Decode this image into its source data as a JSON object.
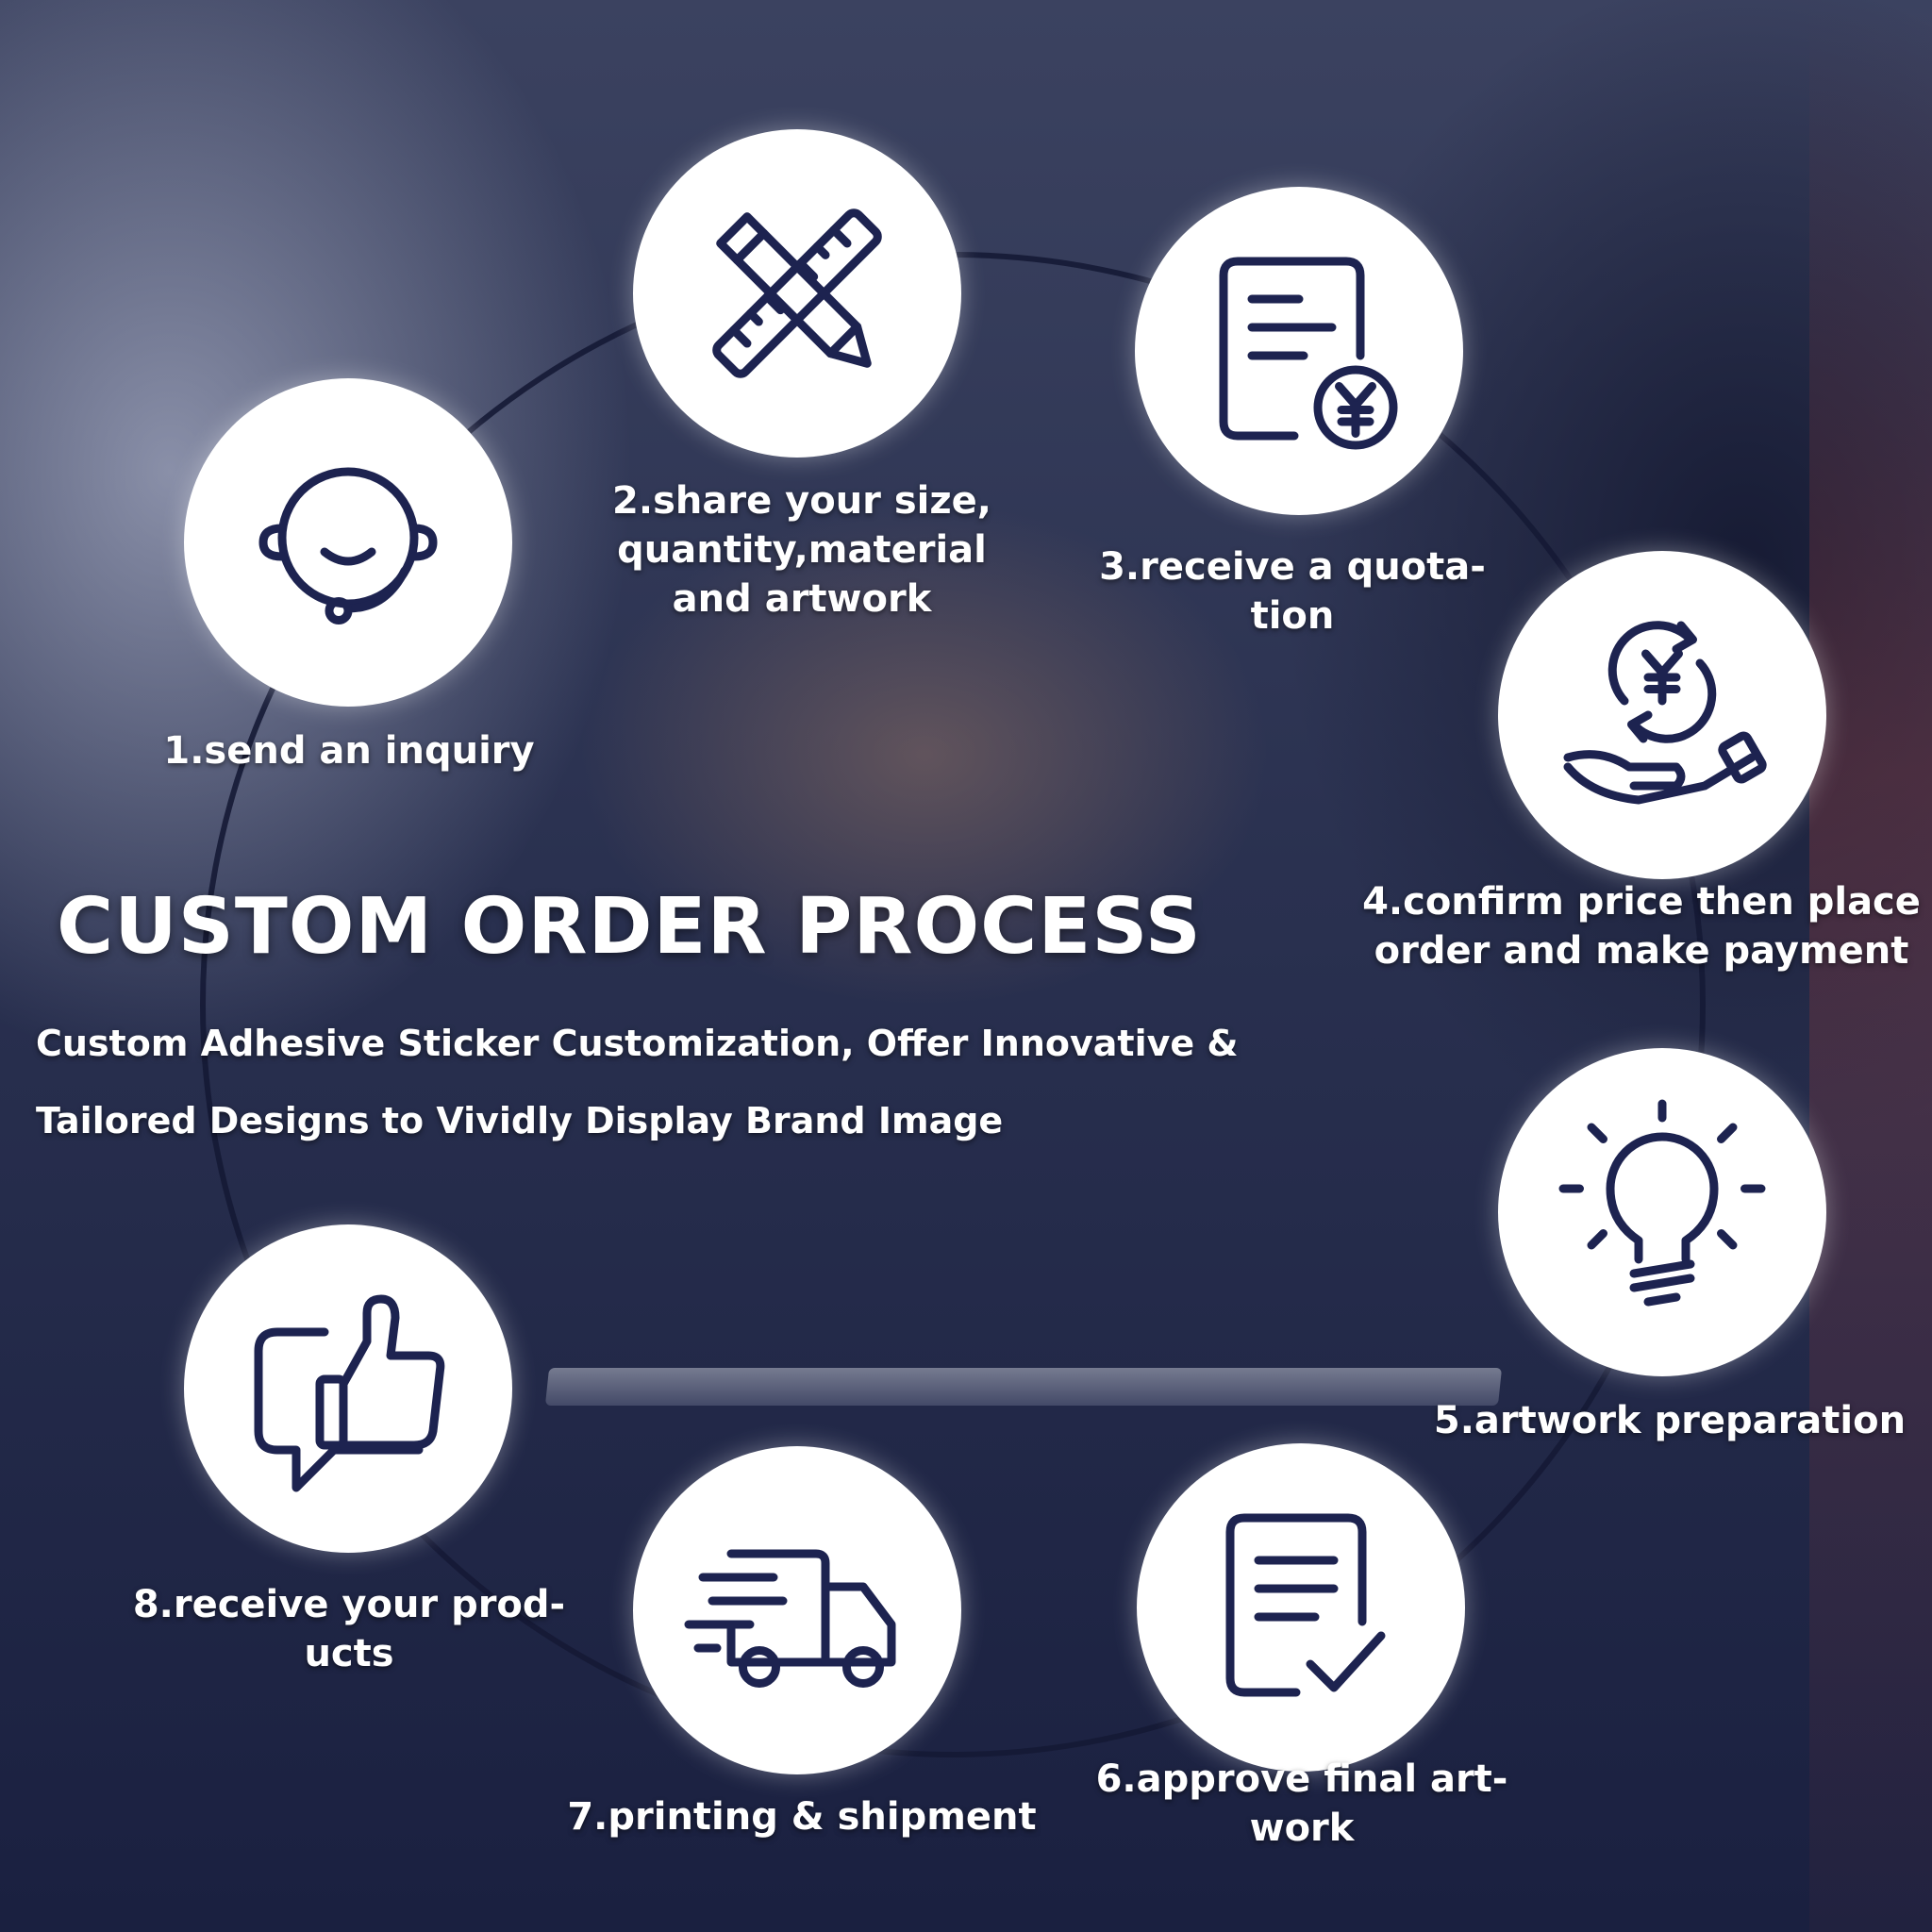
{
  "title": "CUSTOM ORDER PROCESS",
  "subtitle": "Custom Adhesive Sticker Customization, Offer Innovative & Tailored Designs to Vividly Display Brand Image",
  "icon_color": "#1d2350",
  "steps": [
    {
      "label": "1.send an inquiry",
      "icon": "headset-icon"
    },
    {
      "label": "2.share your size,\nquantity,material\nand artwork",
      "icon": "pencil-ruler-icon"
    },
    {
      "label": "3.receive a quota-\ntion",
      "icon": "invoice-yen-icon"
    },
    {
      "label": "4.confirm price then place\norder and make payment",
      "icon": "hand-yen-payment-icon"
    },
    {
      "label": "5.artwork preparation",
      "icon": "lightbulb-icon"
    },
    {
      "label": "6.approve final art-\nwork",
      "icon": "document-check-icon"
    },
    {
      "label": "7.printing & shipment",
      "icon": "delivery-truck-icon"
    },
    {
      "label": "8.receive your prod-\nucts",
      "icon": "thumbs-up-chat-icon"
    }
  ]
}
